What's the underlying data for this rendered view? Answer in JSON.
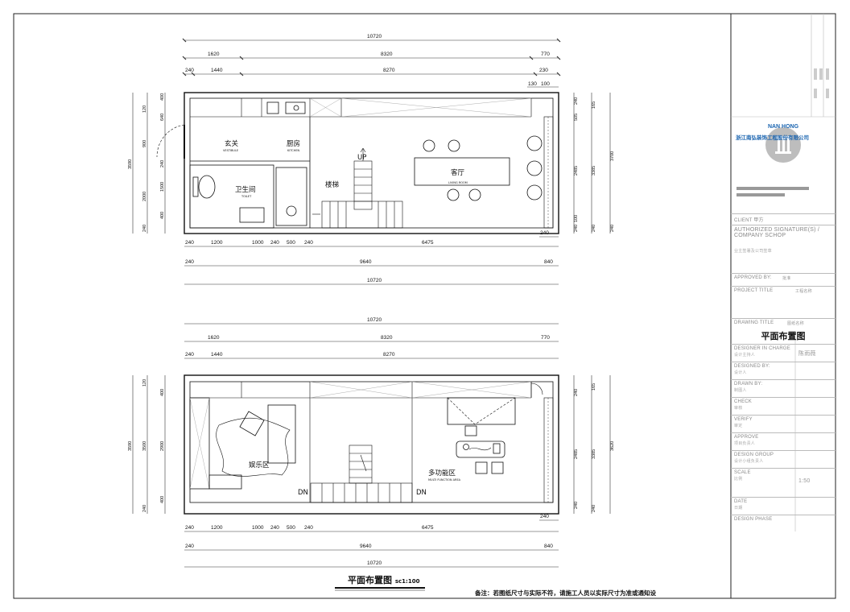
{
  "plan_upper": {
    "dims_top": [
      "10720",
      "1620",
      "8320",
      "770",
      "240",
      "1440",
      "8270",
      "130",
      "230",
      "100"
    ],
    "dims_bottom": [
      "240",
      "1200",
      "1000",
      "240",
      "500",
      "240",
      "6475",
      "240",
      "240",
      "9640",
      "840",
      "10720"
    ],
    "dims_left": [
      "3590",
      "120",
      "400",
      "640",
      "900",
      "1500",
      "2000",
      "240",
      "400",
      "240"
    ],
    "dims_right": [
      "3700",
      "3385",
      "165",
      "240",
      "505",
      "2485",
      "100",
      "240",
      "240",
      "240"
    ],
    "rooms": {
      "vestibule": {
        "cn": "玄关",
        "en": "VESTIBULE"
      },
      "kitchen": {
        "cn": "厨房",
        "en": "KITCHEN"
      },
      "toilet": {
        "cn": "卫生间",
        "en": "TOILET"
      },
      "stair": {
        "cn": "楼梯"
      },
      "living": {
        "cn": "客厅",
        "en": "LIVING ROOM"
      }
    },
    "up_label": "UP"
  },
  "plan_lower": {
    "dims_top": [
      "10720",
      "1620",
      "8320",
      "770",
      "240",
      "1440",
      "8270"
    ],
    "dims_bottom": [
      "240",
      "1200",
      "1000",
      "240",
      "500",
      "240",
      "6475",
      "240",
      "240",
      "9640",
      "840",
      "10720"
    ],
    "dims_left": [
      "3590",
      "120",
      "400",
      "3500",
      "2900",
      "240",
      "400"
    ],
    "dims_right": [
      "3620",
      "3385",
      "165",
      "240",
      "2485",
      "240",
      "240"
    ],
    "rooms": {
      "entertainment": {
        "cn": "娱乐区"
      },
      "multi": {
        "cn": "多功能区",
        "en": "MULTI FUNCTION AREA"
      }
    },
    "dn_left": "DN",
    "dn_right": "DN"
  },
  "sheet": {
    "title": "平面布置图",
    "scale": "sc1:100",
    "note": "备注：若图纸尺寸与实际不符，请施工人员以实际尺寸为准或通知设"
  },
  "title_block": {
    "brand": "NAN HONG",
    "company": "浙江南弘装饰工程股份有限公司",
    "rows": [
      {
        "label": "CLIENT 甲方",
        "sub": "",
        "value": ""
      },
      {
        "label": "AUTHORIZED SIGNATURE(S) / COMPANY SCHOP",
        "sub": "业主签署及公司签章",
        "value": ""
      },
      {
        "label": "APPROVED BY:",
        "sub": "",
        "value": "批准"
      },
      {
        "label": "PROJECT TITLE",
        "sub": "",
        "value": "工程名称"
      },
      {
        "label": "DRAWING TITLE",
        "sub": "",
        "value": "图纸名称"
      },
      {
        "label": "DESIGNER IN CHARGE",
        "sub": "设计主持人",
        "value": "陈雨薇"
      },
      {
        "label": "DESIGNED BY:",
        "sub": "设计人",
        "value": ""
      },
      {
        "label": "DRAWN BY:",
        "sub": "制图人",
        "value": ""
      },
      {
        "label": "CHECK",
        "sub": "审核",
        "value": ""
      },
      {
        "label": "VERIFY",
        "sub": "审定",
        "value": ""
      },
      {
        "label": "APPROVE",
        "sub": "项目负责人",
        "value": ""
      },
      {
        "label": "DESIGN GROUP",
        "sub": "设计小组负责人",
        "value": ""
      },
      {
        "label": "SCALE",
        "sub": "比例",
        "value": "1:50"
      },
      {
        "label": "DATE",
        "sub": "日期",
        "value": ""
      },
      {
        "label": "DESIGN PHASE",
        "sub": "",
        "value": ""
      }
    ],
    "drawing_name": "平面布置图"
  }
}
